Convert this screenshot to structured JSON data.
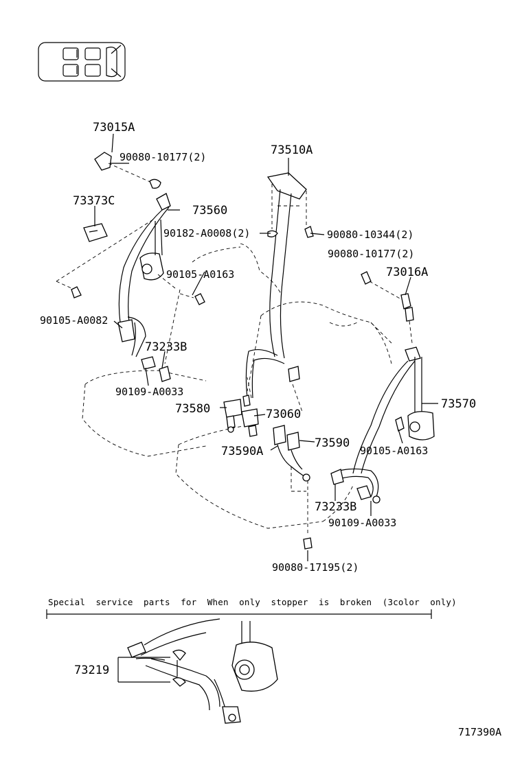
{
  "labels": {
    "p73015A": "73015A",
    "p90080_10177_a": "90080-10177(2)",
    "p73510A": "73510A",
    "p73373C": "73373C",
    "p73560": "73560",
    "p90182": "90182-A0008(2)",
    "p90080_10344": "90080-10344(2)",
    "p90080_10177_b": "90080-10177(2)",
    "p90105_A0163_a": "90105-A0163",
    "p73016A": "73016A",
    "p90105_A0082": "90105-A0082",
    "p73233B_a": "73233B",
    "p90109_A0033_a": "90109-A0033",
    "p73570": "73570",
    "p73580": "73580",
    "p73060": "73060",
    "p73590": "73590",
    "p90105_A0163_b": "90105-A0163",
    "p73590A": "73590A",
    "p73233B_b": "73233B",
    "p90109_A0033_b": "90109-A0033",
    "p90080_17195": "90080-17195(2)",
    "p73219": "73219"
  },
  "note": "Special  service  parts  for  When  only  stopper  is  broken  (3color  only)",
  "drawing_code": "717390A"
}
